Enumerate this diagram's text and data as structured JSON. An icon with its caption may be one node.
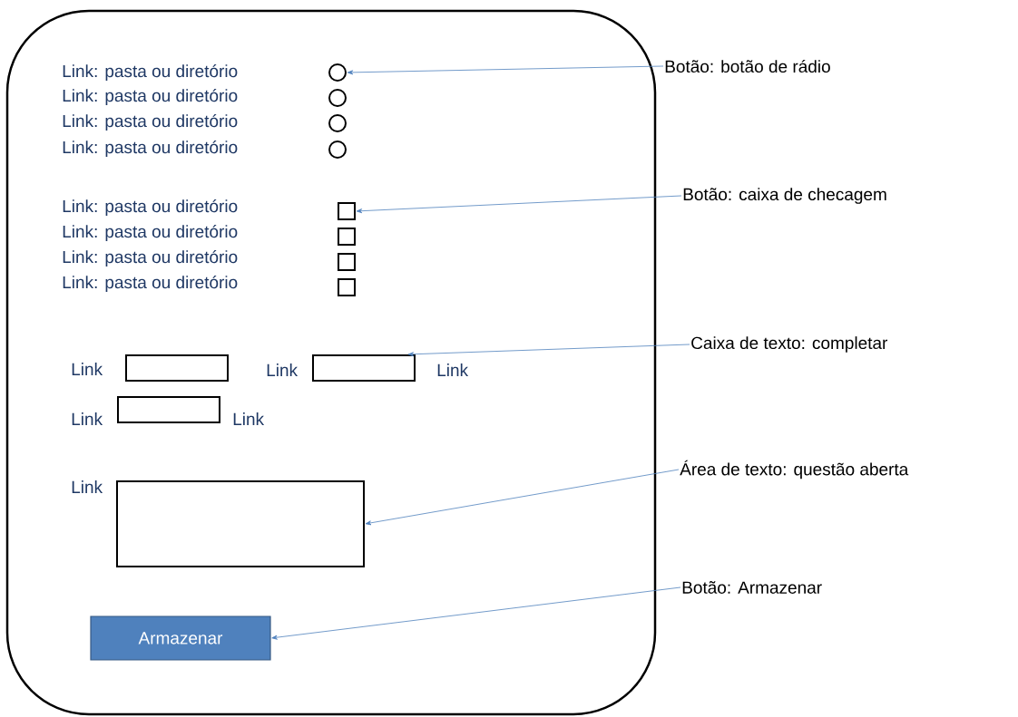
{
  "diagram": {
    "nodes": [
      {
        "text": [],
        "shape": "box"
      },
      {
        "text": [],
        "shape": "circle",
        "in": 0
      },
      {
        "text": [],
        "shape": "circle",
        "in": 0
      },
      {
        "text": [],
        "shape": "circle",
        "in": 0
      },
      {
        "text": [],
        "shape": "circle",
        "in": 0
      },
      {
        "text": [],
        "shape": "box",
        "in": 0
      },
      {
        "text": [],
        "shape": "box",
        "in": 0
      },
      {
        "text": [],
        "shape": "box",
        "in": 0
      },
      {
        "text": [],
        "shape": "box",
        "in": 0
      },
      {
        "text": [],
        "shape": "box",
        "in": 0
      },
      {
        "text": [],
        "shape": "box",
        "in": 0
      },
      {
        "text": [],
        "shape": "box",
        "in": 0
      },
      {
        "text": [],
        "shape": "box",
        "in": 0
      },
      {
        "text": [
          "Armazenar"
        ],
        "in": 0
      },
      {
        "text": [
          "Botão: botão de rádio"
        ]
      },
      {
        "text": [
          "Botão: caixa de checagem"
        ]
      },
      {
        "text": [
          "Caixa de texto: completar"
        ]
      },
      {
        "text": [
          "Área de texto: questão aberta"
        ]
      },
      {
        "text": [
          "Botão: Armazenar"
        ]
      }
    ],
    "edges": [
      {
        "from": 14,
        "to": 1,
        "arrow": "to"
      },
      {
        "from": 15,
        "to": 5,
        "arrow": "to"
      },
      {
        "from": 16,
        "to": 10,
        "arrow": "to"
      },
      {
        "from": 17,
        "to": 12,
        "arrow": "to"
      },
      {
        "from": 18,
        "to": 13,
        "arrow": "to"
      }
    ],
    "labels": [
      "Link: pasta ou diretório",
      "Link: pasta ou diretório",
      "Link: pasta ou diretório",
      "Link: pasta ou diretório",
      "Link: pasta ou diretório",
      "Link: pasta ou diretório",
      "Link: pasta ou diretório",
      "Link: pasta ou diretório",
      "Link",
      "Link",
      "Link",
      "Link",
      "Link",
      "Link"
    ]
  }
}
